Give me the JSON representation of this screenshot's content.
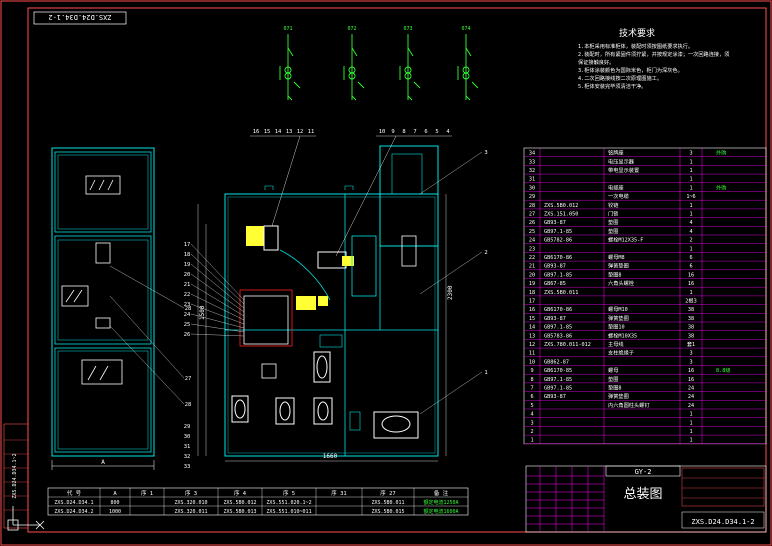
{
  "drawing": {
    "number": "ZXS.D24.D34.1-2",
    "title": "总装图",
    "unit": "GY-2"
  },
  "colors": {
    "background": "#000000",
    "frame": "#ff5050",
    "cyan": "#00e5e5",
    "white": "#ffffff",
    "green": "#33ff33",
    "yellow": "#ffff33",
    "magenta": "#ff00ff",
    "red": "#ff2222"
  },
  "circuits": {
    "labels": [
      "071",
      "072",
      "073",
      "074"
    ]
  },
  "tech": {
    "title": "技术要求",
    "lines": [
      "1.本柜采用标准柜体，装配时须按图纸要求执行。",
      "2.装配时，所有紧固件须拧紧，并按规定涂漆；一次回路连接，须",
      "  保证接触良好。",
      "3.柜体涂装颜色为国际米色，柜门为深灰色。",
      "4.二次回路接线按二次原理图施工。",
      "5.柜体安装完毕须清洁干净。"
    ]
  },
  "callouts": {
    "top": [
      "16",
      "15",
      "14",
      "13",
      "12",
      "11",
      "10",
      "9",
      "8",
      "7",
      "6",
      "5",
      "4"
    ],
    "left": [
      "17",
      "18",
      "19",
      "20",
      "21",
      "22",
      "23",
      "24",
      "25",
      "26"
    ],
    "bottom_left": [
      "29",
      "30",
      "31",
      "32",
      "33"
    ],
    "right": [
      "3",
      "2",
      "1"
    ],
    "front": [
      "28",
      "27",
      "28"
    ]
  },
  "dims": {
    "depth": "1660",
    "height": "2300",
    "inner": "1500",
    "width": "A"
  },
  "bom": {
    "rows": [
      [
        "34",
        "",
        "铭牌座",
        "3",
        "外购"
      ],
      [
        "33",
        "",
        "电压显示器",
        "1",
        ""
      ],
      [
        "32",
        "",
        "带电显示装置",
        "1",
        ""
      ],
      [
        "31",
        "",
        "",
        "1",
        ""
      ],
      [
        "30",
        "",
        "电缆座",
        "1",
        "外购"
      ],
      [
        "29",
        "",
        "一次电缆",
        "1~6",
        ""
      ],
      [
        "28",
        "ZXS.5B0.012",
        "铰链",
        "1",
        ""
      ],
      [
        "27",
        "ZXS.151.050",
        "门锁",
        "1",
        ""
      ],
      [
        "26",
        "GB93-87",
        "垫圈",
        "4",
        ""
      ],
      [
        "25",
        "GB97.1-85",
        "垫圈",
        "4",
        ""
      ],
      [
        "24",
        "GB5782-86",
        "螺栓M12X35-F",
        "2",
        ""
      ],
      [
        "23",
        "",
        "",
        "1",
        ""
      ],
      [
        "22",
        "GB6170-86",
        "螺母M8",
        "6",
        ""
      ],
      [
        "21",
        "GB93-87",
        "弹簧垫圈",
        "6",
        ""
      ],
      [
        "20",
        "GB97.1-85",
        "垫圈8",
        "16",
        ""
      ],
      [
        "19",
        "GB67-85",
        "六角头螺栓",
        "16",
        ""
      ],
      [
        "18",
        "ZXS.5B0.011",
        "",
        "1",
        ""
      ],
      [
        "17",
        "",
        "",
        "2根3",
        ""
      ],
      [
        "16",
        "GB6170-86",
        "螺母M10",
        "38",
        ""
      ],
      [
        "15",
        "GB93-87",
        "弹簧垫圈",
        "38",
        ""
      ],
      [
        "14",
        "GB97.1-85",
        "垫圈10",
        "38",
        ""
      ],
      [
        "13",
        "GB5783-86",
        "螺栓M10X35",
        "38",
        ""
      ],
      [
        "12",
        "ZXS.780.011-012",
        "主母线",
        "套1",
        ""
      ],
      [
        "11",
        "",
        "支柱绝缘子",
        "3",
        ""
      ],
      [
        "10",
        "GB862-87",
        "",
        "3",
        ""
      ],
      [
        "9",
        "GB6170-85",
        "螺母",
        "16",
        "8.8级"
      ],
      [
        "8",
        "GB97.1-85",
        "垫圈",
        "16",
        ""
      ],
      [
        "7",
        "GB97.1-85",
        "垫圈8",
        "24",
        ""
      ],
      [
        "6",
        "GB93-87",
        "弹簧垫圈",
        "24",
        ""
      ],
      [
        "5",
        "",
        "内六角圆柱头螺钉",
        "24",
        ""
      ],
      [
        "4",
        "",
        "",
        "1",
        ""
      ],
      [
        "3",
        "",
        "",
        "1",
        ""
      ],
      [
        "2",
        "",
        "",
        "1",
        ""
      ],
      [
        "1",
        "",
        "",
        "1",
        ""
      ]
    ]
  },
  "lower_table": {
    "headers": [
      "代 号",
      "A",
      "序 1",
      "序 3",
      "序 4",
      "序 5",
      "序 31",
      "序 27",
      "备 注"
    ],
    "rows": [
      [
        "ZXS.D24.D34.1",
        "800",
        "",
        "ZXS.320.010",
        "ZXS.5B0.012",
        "ZXS.551.020.1~2",
        "",
        "ZXS.5B0.011",
        "额定电流1250A"
      ],
      [
        "ZXS.D24.D34.2",
        "1000",
        "",
        "ZXS.320.011",
        "ZXS.5B0.013",
        "ZXS.551.010~011",
        "",
        "ZXS.5B0.015",
        "额定电流1600A"
      ]
    ]
  },
  "left_strip": [
    "ZXS.D24.D34.1~2"
  ]
}
